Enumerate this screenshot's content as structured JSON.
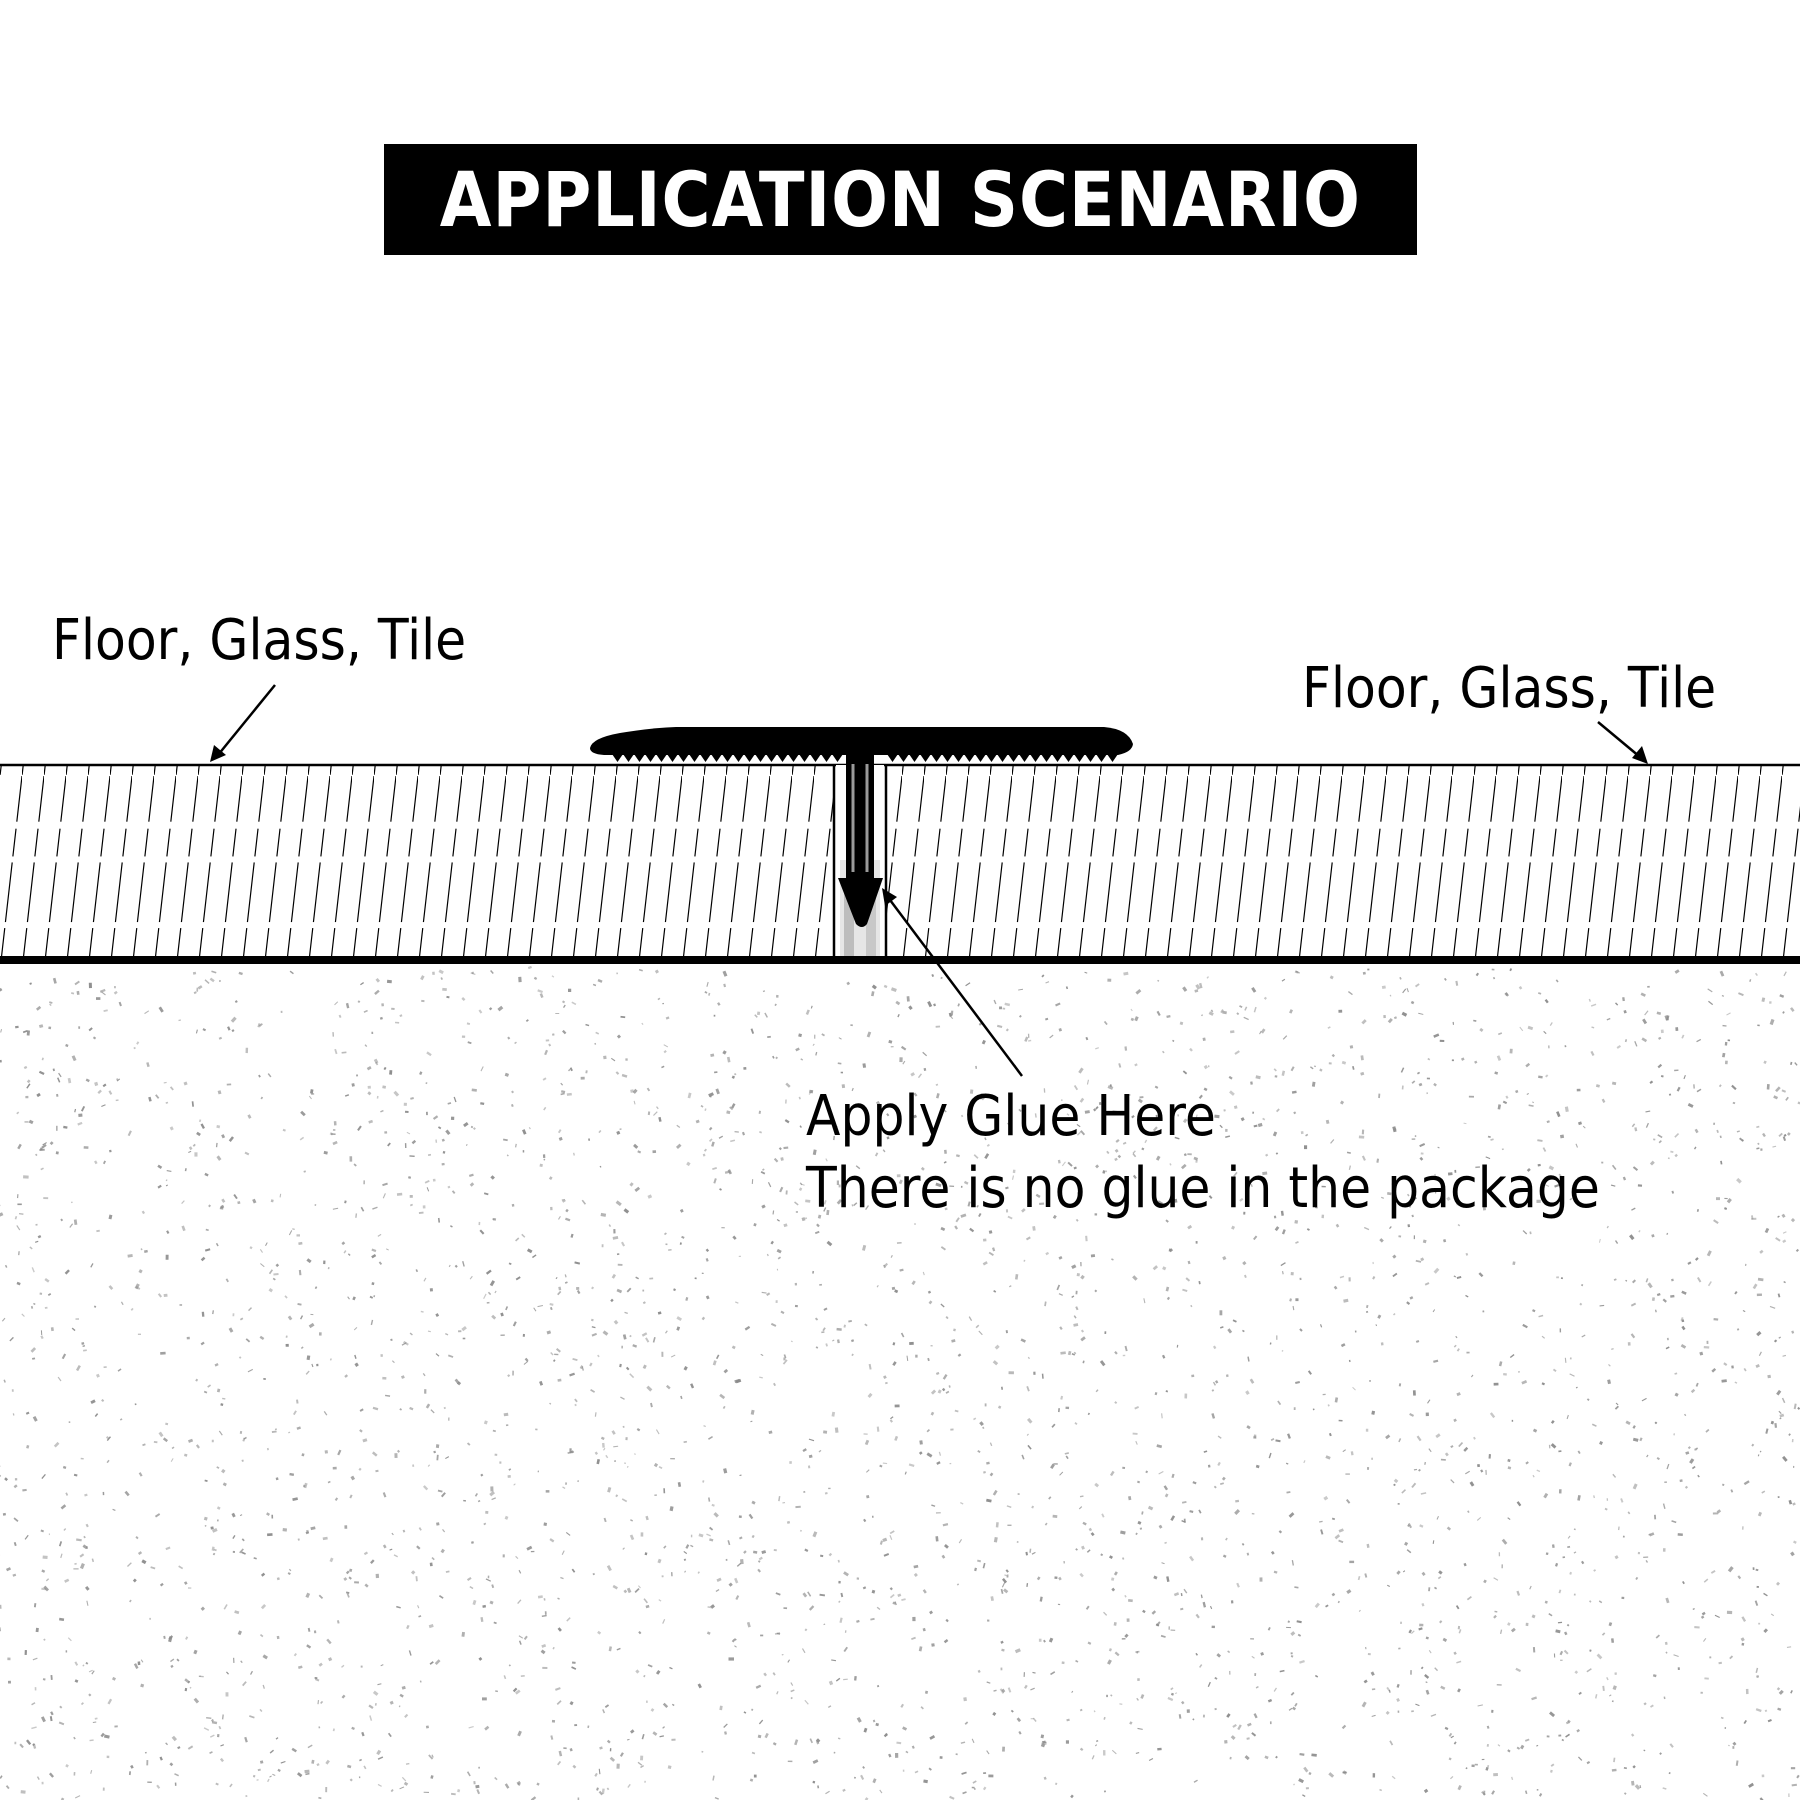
{
  "title": "APPLICATION SCENARIO",
  "labels": {
    "left_material": "Floor, Glass, Tile",
    "right_material": "Floor, Glass, Tile",
    "glue_instruction": "Apply Glue Here",
    "glue_note": "There is no glue in the package"
  },
  "colors": {
    "ink": "#000000",
    "background": "#ffffff",
    "speckle": "#8a8a8a"
  }
}
